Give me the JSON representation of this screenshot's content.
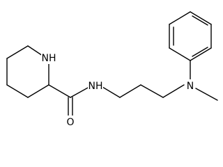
{
  "molecule": {
    "atoms": {
      "piperidine_nh": "NH",
      "amide_nh": "NH",
      "carbonyl_o": "O",
      "amine_n": "N"
    }
  },
  "colors": {
    "bond": "#000000",
    "label": "#000000",
    "background": "#ffffff"
  }
}
